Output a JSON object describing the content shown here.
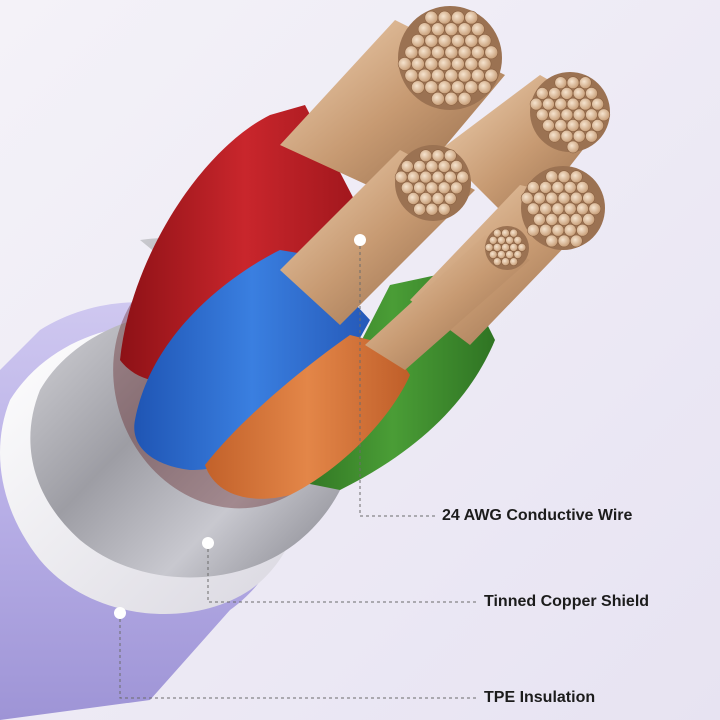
{
  "callouts": [
    {
      "id": "conductor",
      "text": "24 AWG Conductive Wire"
    },
    {
      "id": "shield",
      "text": "Tinned Copper Shield"
    },
    {
      "id": "insulation",
      "text": "TPE Insulation"
    }
  ],
  "colors": {
    "background": "#ece9f4",
    "jacket": "#b7aee6",
    "shield": "#a9a9b0",
    "red_wire": "#b01c22",
    "blue_wire": "#2e6fd3",
    "orange_wire": "#d7773c",
    "green_wire": "#3c8c2c",
    "copper": "#c9a27c"
  }
}
